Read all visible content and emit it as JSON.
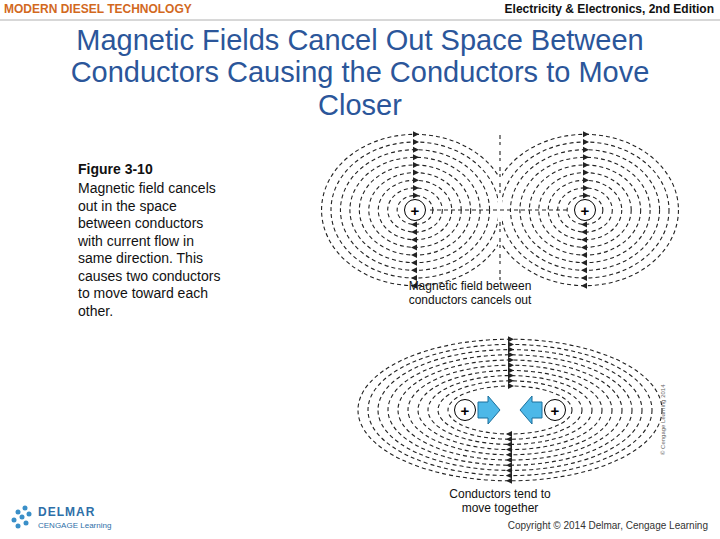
{
  "diagram": {
    "title": "Magnetic Fields Cancel Out Space Between Conductors Causing the Conductors to Move Closer",
    "caption": "Magnetic field cancels out in the space between conductors with current flow in same direction. This causes two conductors to move toward each other.",
    "nodes": [
      {
        "text": [
          "+"
        ]
      },
      {
        "text": [
          "+"
        ]
      },
      {
        "text": [
          "+"
        ]
      },
      {
        "text": [
          "+"
        ]
      }
    ],
    "labels": [
      "MODERN DIESEL TECHNOLOGY",
      "Electricity & Electronics, 2nd Edition",
      "Figure 3-10",
      "Magnetic field between conductors cancels out",
      "Conductors tend to move together",
      "© Cengage Learning 2014",
      "DELMAR",
      "CENGAGE Learning",
      "Copyright © 2014 Delmar, Cengage Learning"
    ]
  }
}
